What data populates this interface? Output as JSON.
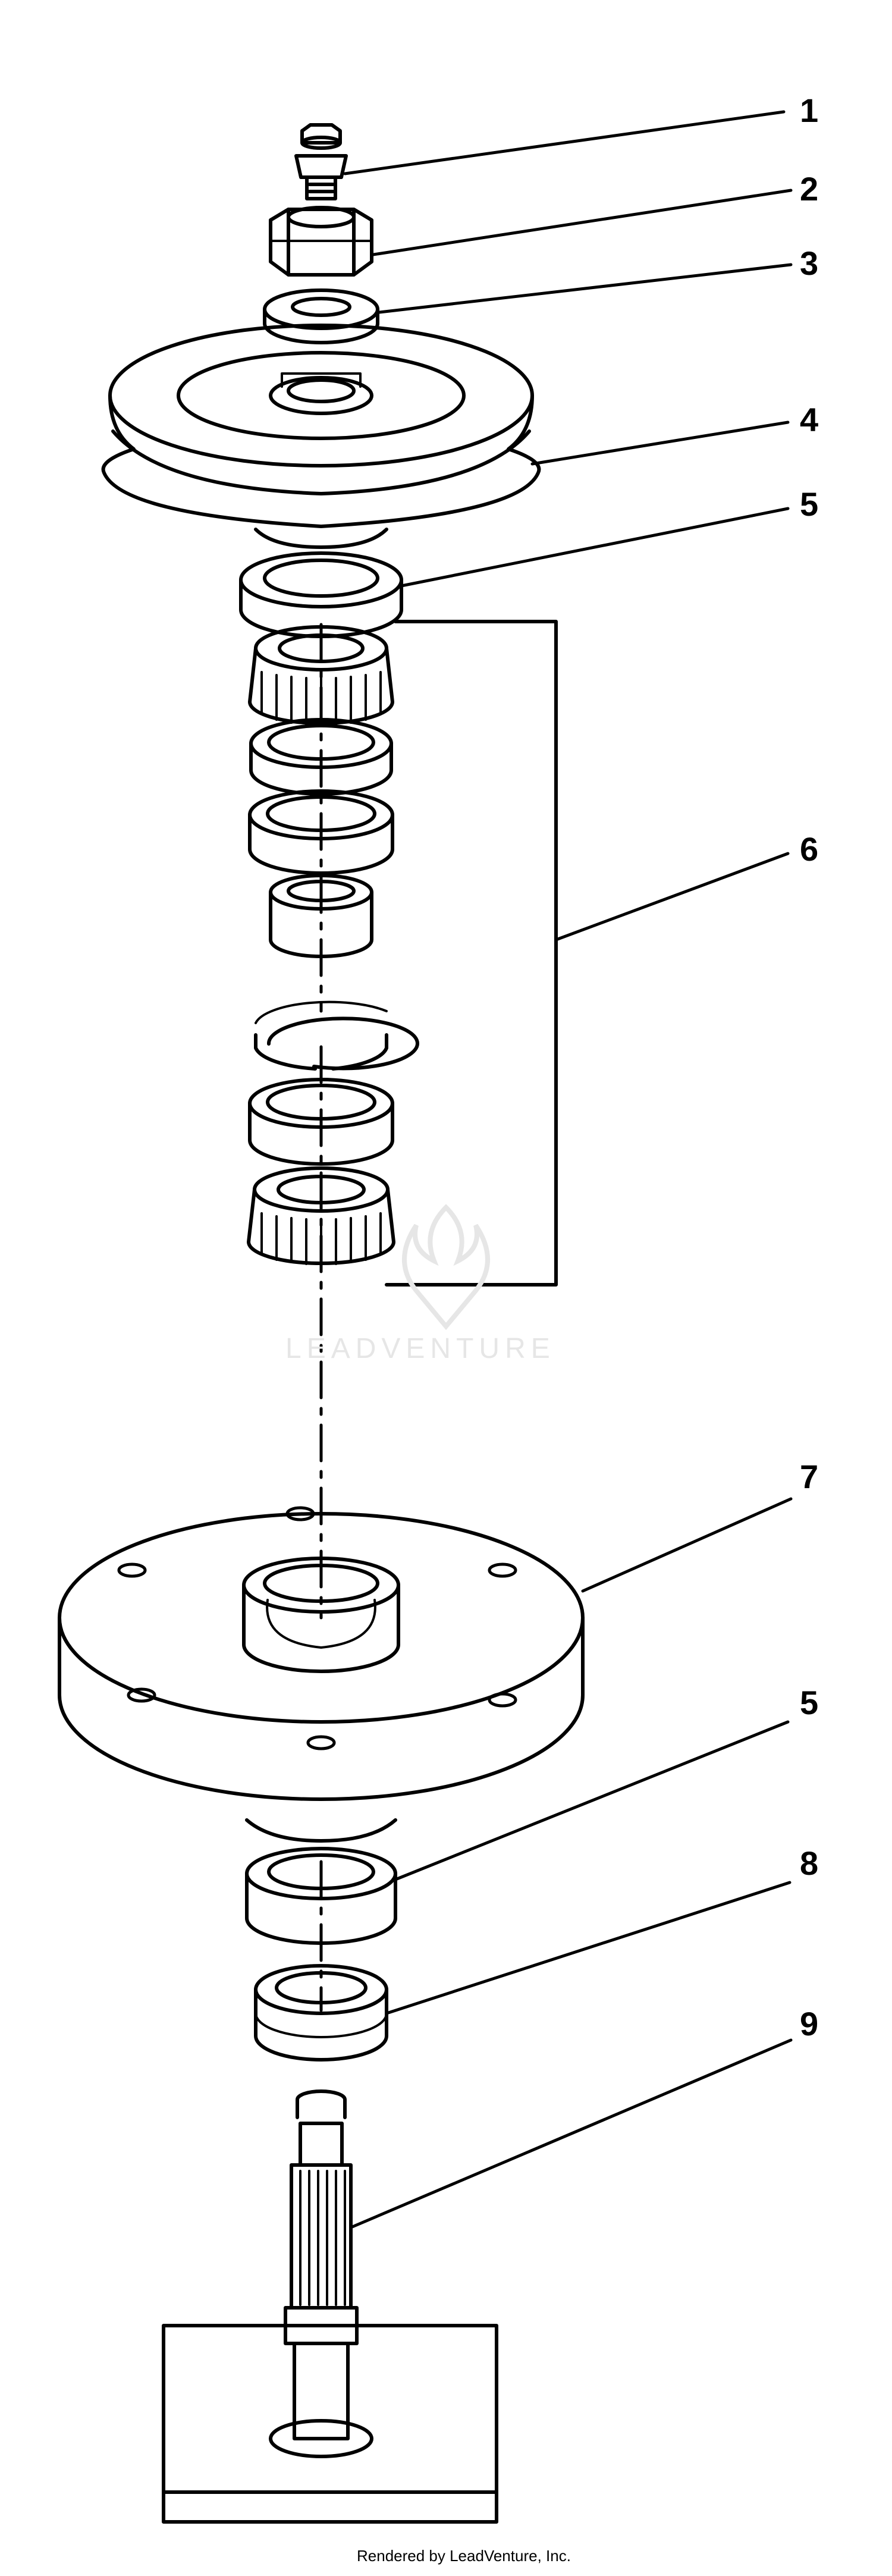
{
  "callouts": [
    {
      "id": "c1",
      "label": "1"
    },
    {
      "id": "c2",
      "label": "2"
    },
    {
      "id": "c3",
      "label": "3"
    },
    {
      "id": "c4",
      "label": "4"
    },
    {
      "id": "c5a",
      "label": "5"
    },
    {
      "id": "c6",
      "label": "6"
    },
    {
      "id": "c7",
      "label": "7"
    },
    {
      "id": "c5b",
      "label": "5"
    },
    {
      "id": "c8",
      "label": "8"
    },
    {
      "id": "c9",
      "label": "9"
    }
  ],
  "watermark": {
    "text": "LEADVENTURE"
  },
  "footer": {
    "credit": "Rendered by LeadVenture, Inc."
  },
  "colors": {
    "ink": "#000000",
    "paper": "#ffffff",
    "watermark": "#e6e6e6"
  }
}
